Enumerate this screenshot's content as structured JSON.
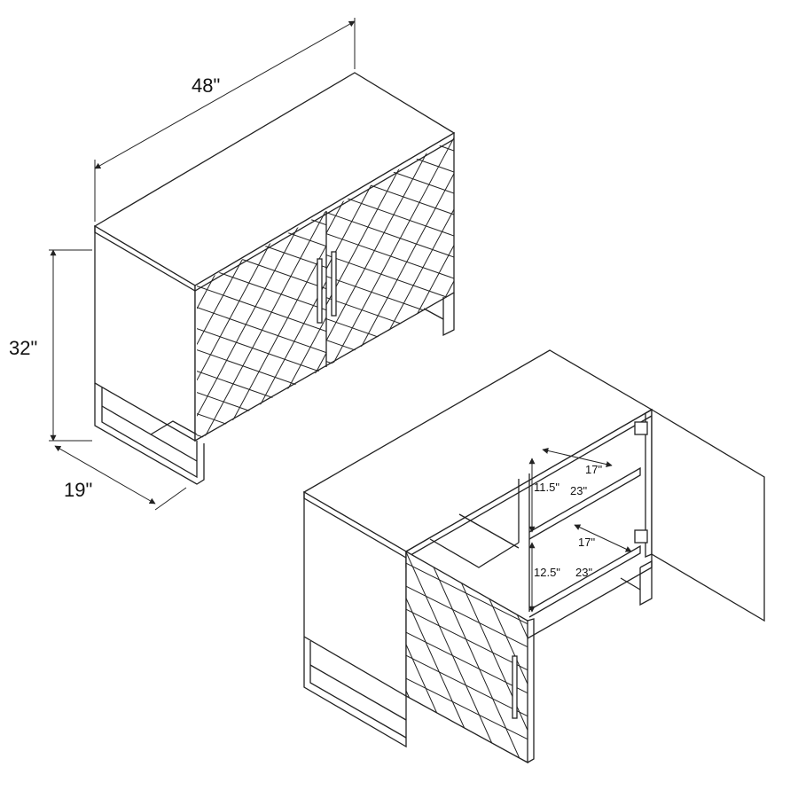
{
  "dimensions": {
    "width": "48\"",
    "height": "32\"",
    "depth": "19\""
  },
  "interior": {
    "upper_shelf_depth": "17\"",
    "upper_shelf_width": "23\"",
    "upper_height": "11.5\"",
    "lower_shelf_depth": "17\"",
    "lower_shelf_width": "23\"",
    "lower_height": "12.5\""
  },
  "colors": {
    "line": "#222222",
    "background": "#ffffff"
  }
}
